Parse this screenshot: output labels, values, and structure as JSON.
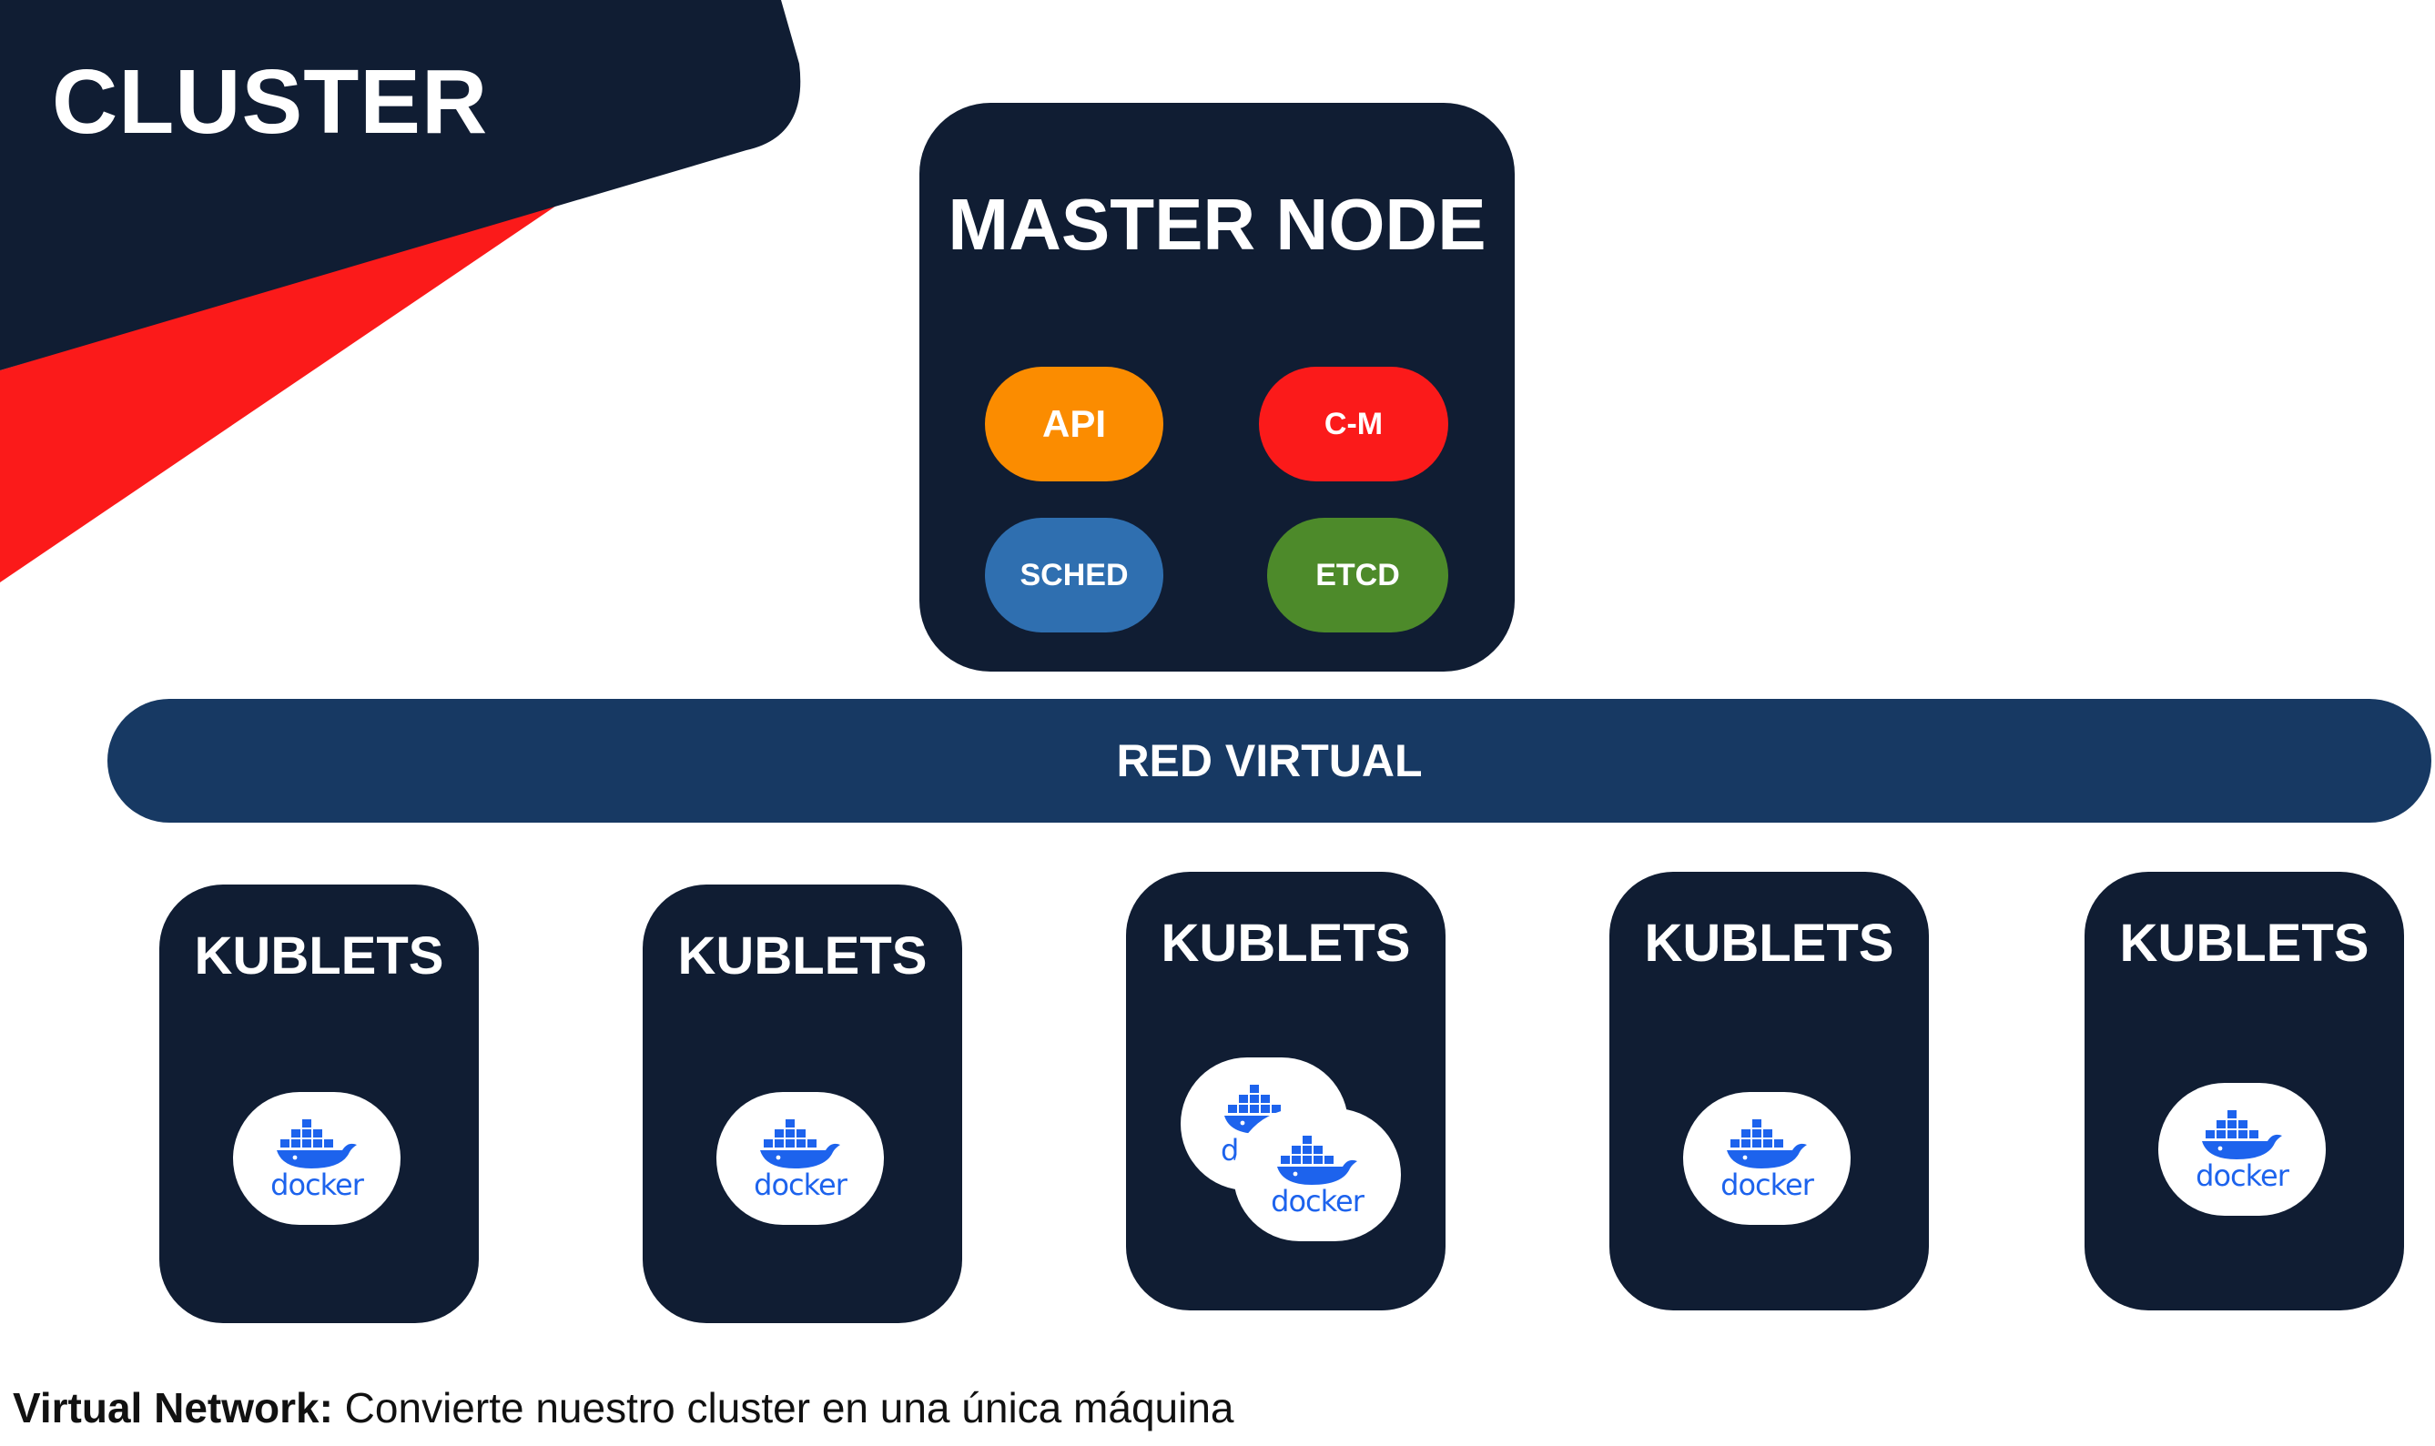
{
  "header": {
    "title": "CLUSTER"
  },
  "master_node": {
    "title": "MASTER NODE",
    "components": [
      {
        "label": "API",
        "color": "#fb8c00"
      },
      {
        "label": "C-M",
        "color": "#fb1a1a"
      },
      {
        "label": "SCHED",
        "color": "#2f6fb0"
      },
      {
        "label": "ETCD",
        "color": "#4d8a2a"
      }
    ]
  },
  "network": {
    "label": "RED VIRTUAL"
  },
  "kublets": [
    {
      "title": "KUBLETS",
      "containers": [
        {
          "logo_text": "docker",
          "icon": "docker-whale-icon"
        }
      ]
    },
    {
      "title": "KUBLETS",
      "containers": [
        {
          "logo_text": "docker",
          "icon": "docker-whale-icon"
        }
      ]
    },
    {
      "title": "KUBLETS",
      "containers": [
        {
          "logo_text": "d",
          "icon": "docker-whale-icon"
        },
        {
          "logo_text": "docker",
          "icon": "docker-whale-icon"
        }
      ]
    },
    {
      "title": "KUBLETS",
      "containers": [
        {
          "logo_text": "docker",
          "icon": "docker-whale-icon"
        }
      ]
    },
    {
      "title": "KUBLETS",
      "containers": [
        {
          "logo_text": "docker",
          "icon": "docker-whale-icon"
        }
      ]
    }
  ],
  "caption": {
    "term": "Virtual Network:",
    "text": " Convierte nuestro cluster en una única máquina"
  },
  "colors": {
    "navy": "#101d33",
    "network_blue": "#173963",
    "accent_red": "#fb1a1a",
    "docker_blue": "#1d63ed"
  }
}
